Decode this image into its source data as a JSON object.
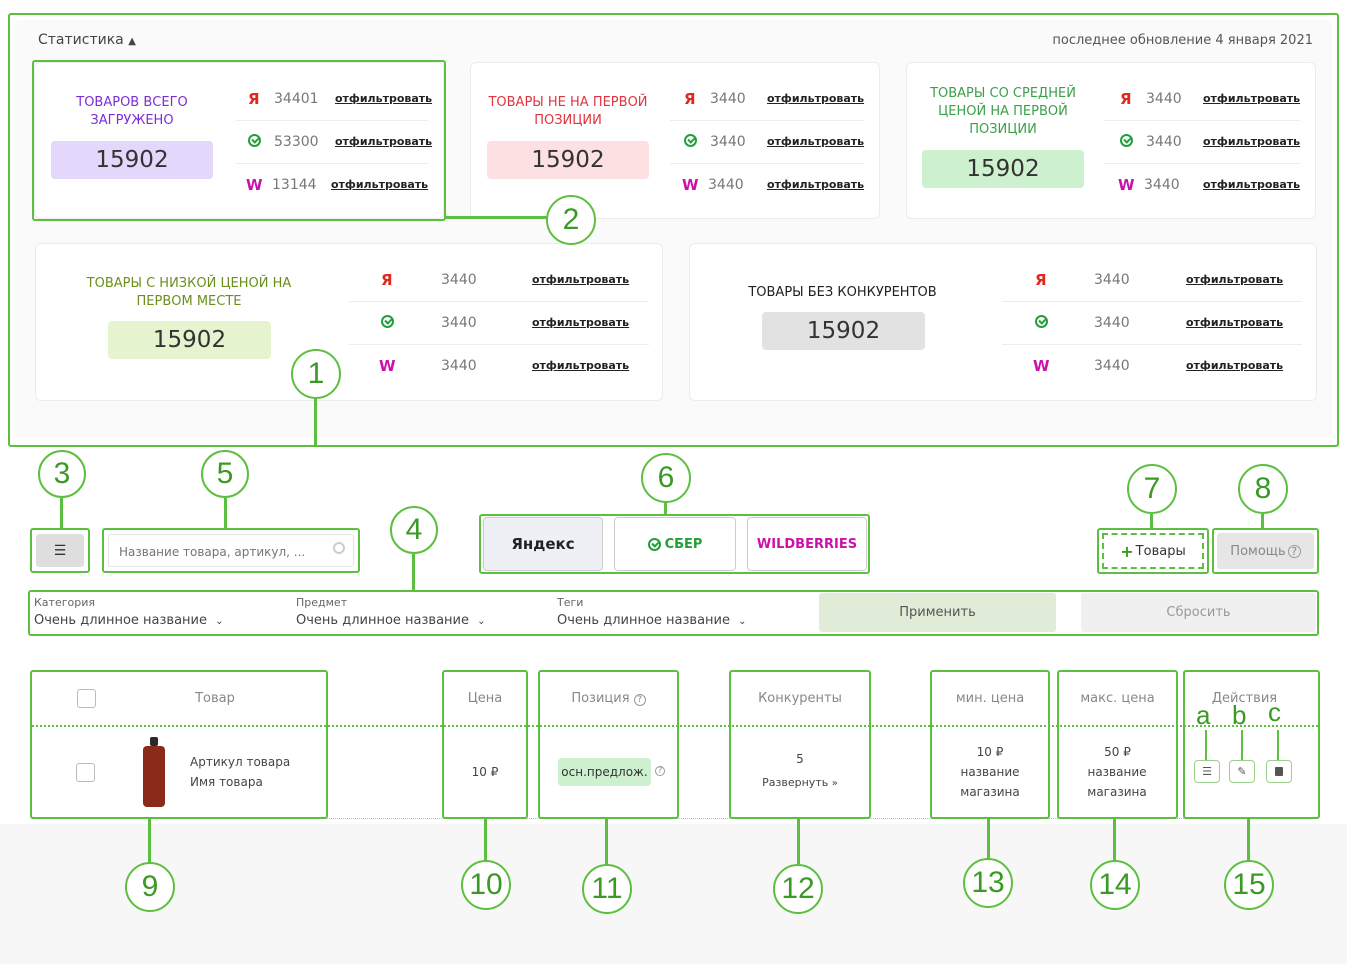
{
  "stats": {
    "heading": "Статистика",
    "updated": "последнее обновление 4 января 2021",
    "cards": [
      {
        "title": "ТОВАРОВ ВСЕГО ЗАГРУЖЕНО",
        "value": "15902",
        "ya": "34401",
        "sber": "53300",
        "wb": "13144",
        "color": "#7b2fd6",
        "bg": "#e3d7fb"
      },
      {
        "title": "ТОВАРЫ НЕ НА ПЕРВОЙ ПОЗИЦИИ",
        "value": "15902",
        "ya": "3440",
        "sber": "3440",
        "wb": "3440",
        "color": "#e0343f",
        "bg": "#fde0e1"
      },
      {
        "title": "ТОВАРЫ СО СРЕДНЕЙ ЦЕНОЙ НА ПЕРВОЙ ПОЗИЦИИ",
        "value": "15902",
        "ya": "3440",
        "sber": "3440",
        "wb": "3440",
        "color": "#3aa14a",
        "bg": "#cdf0cf"
      },
      {
        "title": "ТОВАРЫ С НИЗКОЙ ЦЕНОЙ НА ПЕРВОМ МЕСТЕ",
        "value": "15902",
        "ya": "3440",
        "sber": "3440",
        "wb": "3440",
        "color": "#6a8f1c",
        "bg": "#e6f3cf"
      },
      {
        "title": "ТОВАРЫ БЕЗ КОНКУРЕНТОВ",
        "value": "15902",
        "ya": "3440",
        "sber": "3440",
        "wb": "3440",
        "color": "#222222",
        "bg": "#e2e2e2"
      }
    ],
    "filter_link": "отфильтровать",
    "ya_icon": "Я",
    "wb_icon": "W"
  },
  "toolbar": {
    "search_placeholder": "Название товара, артикул, ...",
    "market_yandex": "Яндекс",
    "market_sber": "СБЕР",
    "market_wb": "WILDBERRIES",
    "add_goods": "Товары",
    "help": "Помощь"
  },
  "filters": {
    "category_label": "Категория",
    "category_value": "Очень длинное название",
    "subject_label": "Предмет",
    "subject_value": "Очень длинное название",
    "tags_label": "Теги",
    "tags_value": "Очень длинное название",
    "apply": "Применить",
    "reset": "Сбросить"
  },
  "table": {
    "headers": {
      "product": "Товар",
      "price": "Цена",
      "position": "Позиция",
      "competitors": "Конкуренты",
      "min_price": "мин. цена",
      "max_price": "макс. цена",
      "actions": "Действия"
    },
    "row": {
      "article": "Артикул товара",
      "name": "Имя товара",
      "price": "10 ₽",
      "position": "осн.предлож.",
      "competitors": "5",
      "expand": "Развернуть",
      "min_price": "10 ₽",
      "min_store": "название магазина",
      "max_price": "50 ₽",
      "max_store": "название магазина"
    }
  },
  "annotations": {
    "n1": "1",
    "n2": "2",
    "n3": "3",
    "n4": "4",
    "n5": "5",
    "n6": "6",
    "n7": "7",
    "n8": "8",
    "n9": "9",
    "n10": "10",
    "n11": "11",
    "n12": "12",
    "n13": "13",
    "n14": "14",
    "n15": "15",
    "la": "a",
    "lb": "b",
    "lc": "c"
  },
  "colors": {
    "annotation": "#5cbf3f",
    "yandex": "#e1281d",
    "sber": "#21a038",
    "wildberries": "#cb11ab"
  }
}
